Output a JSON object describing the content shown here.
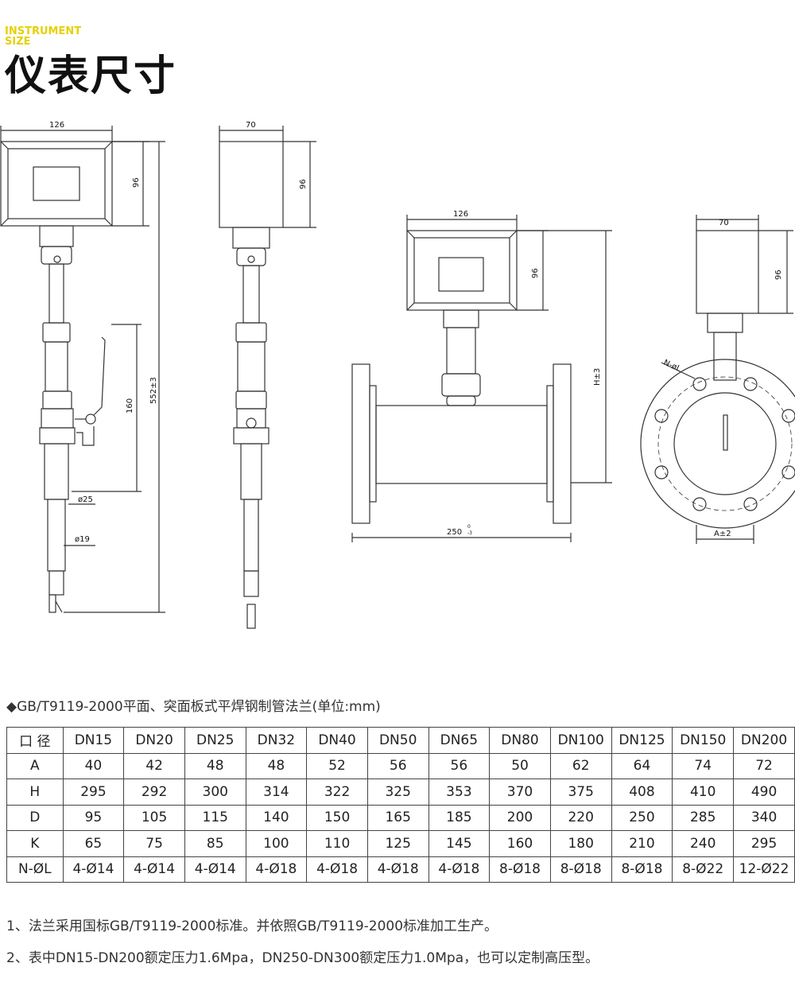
{
  "header": {
    "tag_en": [
      "INSTRUMENT",
      "SIZE"
    ],
    "title": "仪表尺寸"
  },
  "drawing": {
    "insertion": {
      "dim_width": "126",
      "dim_head_height": "96",
      "dim_valve_length": "160",
      "dim_total": "552±3",
      "dim_outer_dia": "ø25",
      "dim_inner_dia": "ø19"
    },
    "insertion_side": {
      "dim_width": "70",
      "dim_head_height": "96"
    },
    "flange_front": {
      "dim_width": "126",
      "dim_head_height": "96",
      "dim_height": "H±3",
      "dim_length": "250",
      "dim_tol_upper": "0",
      "dim_tol_lower": "-3"
    },
    "flange_side": {
      "dim_width": "70",
      "dim_head_height": "96",
      "dim_holes": "N-øL",
      "dim_a": "A±2"
    }
  },
  "spec": {
    "title": "◆GB/T9119-2000平面、突面板式平焊钢制管法兰(单位:mm)",
    "rows": [
      [
        "口  径",
        "DN15",
        "DN20",
        "DN25",
        "DN32",
        "DN40",
        "DN50",
        "DN65",
        "DN80",
        "DN100",
        "DN125",
        "DN150",
        "DN200"
      ],
      [
        "A",
        "40",
        "42",
        "48",
        "48",
        "52",
        "56",
        "56",
        "50",
        "62",
        "64",
        "74",
        "72"
      ],
      [
        "H",
        "295",
        "292",
        "300",
        "314",
        "322",
        "325",
        "353",
        "370",
        "375",
        "408",
        "410",
        "490"
      ],
      [
        "D",
        "95",
        "105",
        "115",
        "140",
        "150",
        "165",
        "185",
        "200",
        "220",
        "250",
        "285",
        "340"
      ],
      [
        "K",
        "65",
        "75",
        "85",
        "100",
        "110",
        "125",
        "145",
        "160",
        "180",
        "210",
        "240",
        "295"
      ],
      [
        "N-ØL",
        "4-Ø14",
        "4-Ø14",
        "4-Ø14",
        "4-Ø18",
        "4-Ø18",
        "4-Ø18",
        "4-Ø18",
        "8-Ø18",
        "8-Ø18",
        "8-Ø18",
        "8-Ø22",
        "12-Ø22"
      ]
    ]
  },
  "notes": [
    "1、法兰采用国标GB/T9119-2000标准。并依照GB/T9119-2000标准加工生产。",
    "2、表中DN15-DN200额定压力1.6Mpa，DN250-DN300额定压力1.0Mpa，也可以定制高压型。"
  ],
  "colors": {
    "accent": "#e5d100",
    "title": "#111111",
    "line": "#333333"
  }
}
